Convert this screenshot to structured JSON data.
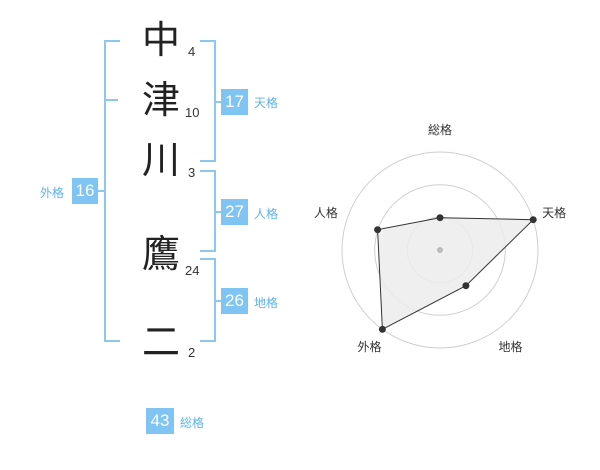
{
  "name": {
    "chars": [
      {
        "char": "中",
        "strokes": "4"
      },
      {
        "char": "津",
        "strokes": "10"
      },
      {
        "char": "川",
        "strokes": "3"
      },
      {
        "char": "鷹",
        "strokes": "24"
      },
      {
        "char": "二",
        "strokes": "2"
      }
    ]
  },
  "kaku": {
    "tenkaku": {
      "value": "17",
      "label": "天格"
    },
    "jinkaku": {
      "value": "27",
      "label": "人格"
    },
    "chikaku": {
      "value": "26",
      "label": "地格"
    },
    "gaikaku": {
      "value": "16",
      "label": "外格"
    },
    "soukaku": {
      "value": "43",
      "label": "総格"
    }
  },
  "colors": {
    "accent": "#7fc4f2",
    "bracket": "#8dc6f0",
    "label": "#5fb3ea"
  },
  "chart_data": {
    "type": "radar",
    "axes": [
      "総格",
      "天格",
      "地格",
      "外格",
      "人格"
    ],
    "values": [
      0.33,
      1.0,
      0.45,
      1.0,
      0.67
    ],
    "range": [
      0,
      1
    ],
    "rings": 3
  }
}
